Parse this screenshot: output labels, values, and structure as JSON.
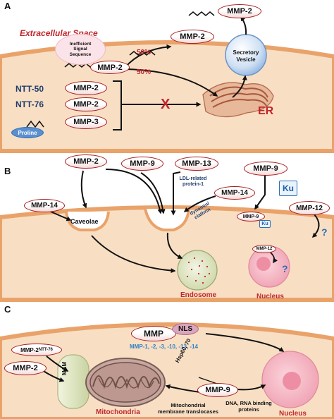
{
  "panels": {
    "a": "A",
    "b": "B",
    "c": "C"
  },
  "panel_a": {
    "extracellular": "Extracellular Space",
    "mmp2_top": "MMP-2",
    "mmp2_secreted_partial": "MMP-2",
    "inefficient_signal_line1": "Inefficient",
    "inefficient_signal_line2": "Signal",
    "inefficient_signal_line3": "Sequence",
    "mmp2_signal": "MMP-2",
    "pct_upper": "50%",
    "pct_lower": "50%",
    "secretory_line1": "Secretory",
    "secretory_line2": "Vesicle",
    "ntt50": "NTT-50",
    "ntt76": "NTT-76",
    "mmp2_ntt50": "MMP-2",
    "mmp2_ntt76": "MMP-2",
    "mmp3": "MMP-3",
    "proline": "Proline",
    "block_mark": "X",
    "er": "ER"
  },
  "panel_b": {
    "mmp2": "MMP-2",
    "mmp9": "MMP-9",
    "mmp13": "MMP-13",
    "mmp14_left": "MMP-14",
    "mmp14_mid": "MMP-14",
    "ldl_line1": "LDL-related",
    "ldl_line2": "protein-1",
    "dynamin_line1": "dynamin/",
    "dynamin_line2": "clathrin",
    "caveolae": "Caveolae",
    "endosome": "Endosome",
    "mmp9_right": "MMP-9",
    "ku_large": "Ku",
    "mmp9_small": "MMP-9",
    "ku_small": "Ku",
    "mmp12": "MMP-12",
    "mmp12_small": "MMP-12",
    "question_1": "?",
    "question_2": "?",
    "nucleus": "Nucleus"
  },
  "panel_c": {
    "mmp": "MMP",
    "nls": "NLS",
    "mmp_list": "MMP-1, -2, -3, -10, -13, -14",
    "mmp2_ntt_main": "MMP-2",
    "mmp2_ntt_sub": "NTT-76",
    "mmp2": "MMP-2",
    "mam": "MAM",
    "hsp": "Hsp60, 70",
    "mmp9": "MMP-9",
    "mitochondria": "Mitochondria",
    "translocase_line1": "Mitochondrial",
    "translocase_line2": "membrane translocases",
    "dna_line1": "DNA, RNA binding",
    "dna_line2": "proteins",
    "nucleus": "Nucleus"
  },
  "colors": {
    "accent_red": "#c0262b",
    "pill_border": "#a41b1b",
    "cell_fill": "#f8dfc4",
    "membrane": "#e9a36a",
    "blue_text": "#1f4e8c",
    "list_blue": "#2f7fc4"
  }
}
